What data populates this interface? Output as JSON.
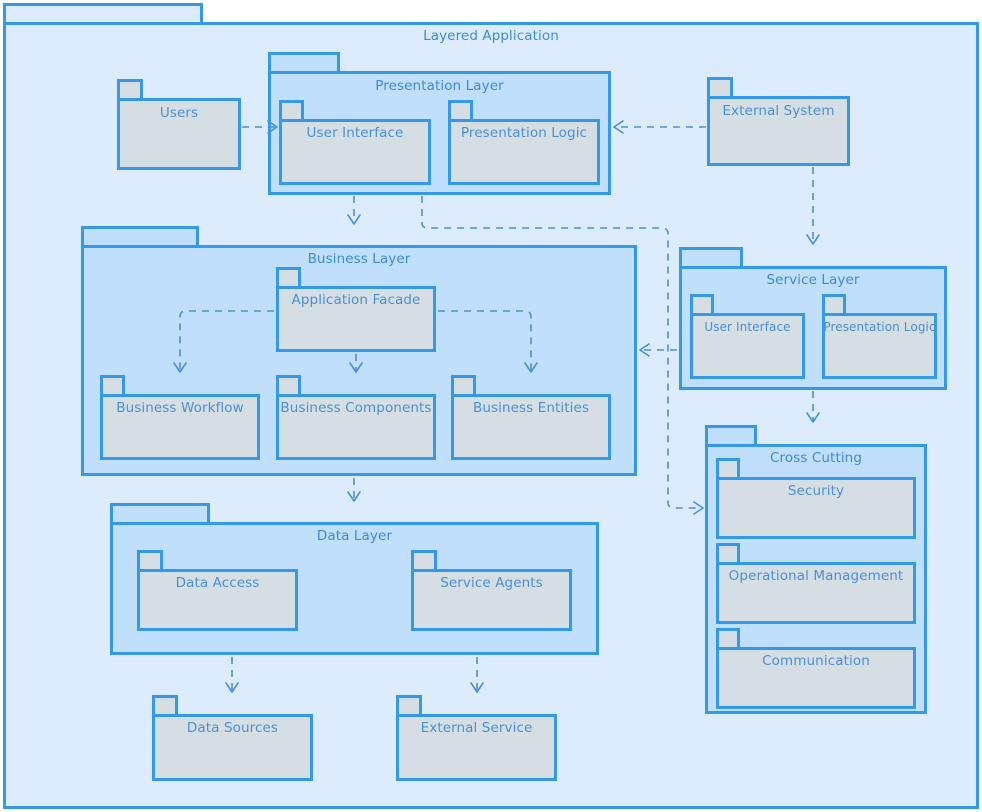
{
  "diagram": {
    "type": "uml-package-diagram",
    "title": "Layered Application",
    "frame": {
      "label": "",
      "title": "Layered Application"
    },
    "colors": {
      "border": "#3498eb",
      "container_fill": "#bfdffc",
      "frame_fill": "#ddecfd",
      "leaf_fill": "#d5dee2",
      "label_text": "#3d8bdd",
      "link": "#3d8bdd",
      "page_background": "#ffffff"
    },
    "packages": {
      "users": "Users",
      "presentation_layer": "Presentation Layer",
      "presentation_user_interface": "User Interface",
      "presentation_logic": "Presentation Logic",
      "external_system": "External System",
      "business_layer": "Business Layer",
      "application_facade": "Application Facade",
      "business_workflow": "Business Workflow",
      "business_components": "Business Components",
      "business_entities": "Business Entities",
      "service_layer": "Service Layer",
      "service_user_interface": "User Interface",
      "service_presentation_logic": "Presentation Logic",
      "cross_cutting": "Cross Cutting",
      "security": "Security",
      "operational_management": "Operational Management",
      "communication": "Communication",
      "data_layer": "Data Layer",
      "data_access": "Data Access",
      "service_agents": "Service Agents",
      "data_sources": "Data Sources",
      "external_service": "External Service"
    },
    "dependencies": [
      {
        "from": "Users",
        "to": "User Interface"
      },
      {
        "from": "External System",
        "to": "Presentation Layer"
      },
      {
        "from": "External System",
        "to": "Service Layer"
      },
      {
        "from": "Presentation Layer",
        "to": "Business Layer"
      },
      {
        "from": "Presentation Layer",
        "to": "Cross Cutting"
      },
      {
        "from": "Service Layer",
        "to": "Business Layer"
      },
      {
        "from": "Service Layer",
        "to": "Cross Cutting"
      },
      {
        "from": "Application Facade",
        "to": "Business Workflow"
      },
      {
        "from": "Application Facade",
        "to": "Business Components"
      },
      {
        "from": "Application Facade",
        "to": "Business Entities"
      },
      {
        "from": "Business Layer",
        "to": "Data Layer"
      },
      {
        "from": "Data Access",
        "to": "Data Sources"
      },
      {
        "from": "Service Agents",
        "to": "External Service"
      }
    ]
  }
}
